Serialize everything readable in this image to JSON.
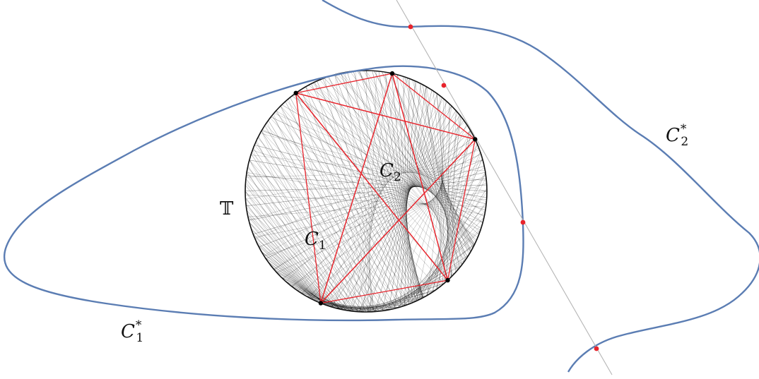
{
  "labels": {
    "unit_circle": "𝕋",
    "c1": {
      "main": "C",
      "sub": "1"
    },
    "c2": {
      "main": "C",
      "sub": "2"
    },
    "c1_dual": {
      "main": "C",
      "sub": "1",
      "sup": "*"
    },
    "c2_dual": {
      "main": "C",
      "sub": "2",
      "sup": "*"
    }
  },
  "colors": {
    "dual_curve": "#5b7db3",
    "polygon": "#e8242c",
    "chord": "#000000",
    "circle": "#111111",
    "tangent_line": "#b5b5b5",
    "intersection_point": "#e8242c",
    "vertex_point": "#000000"
  },
  "construction": {
    "vertex_angles_deg": [
      125.5,
      77.5,
      25.5,
      -47.5,
      -112
    ],
    "polygon_steps": [
      1,
      2,
      3
    ]
  }
}
